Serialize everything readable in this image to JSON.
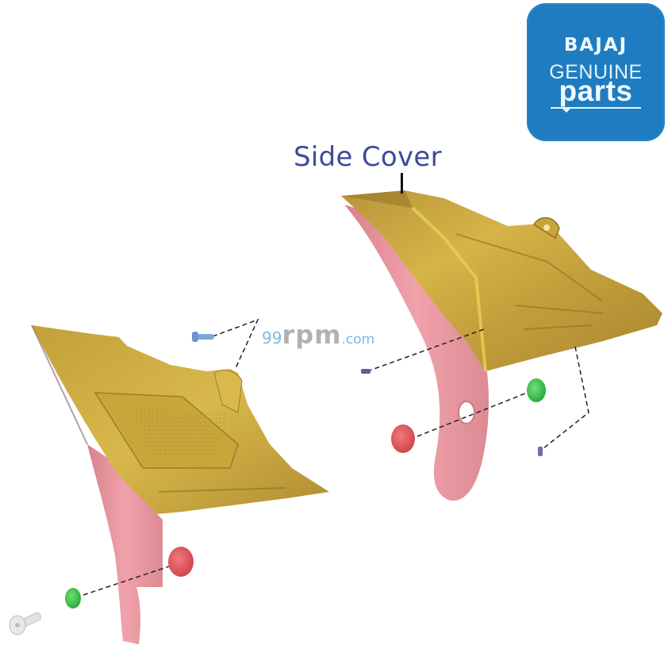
{
  "logo": {
    "brand": "BAJAJ",
    "line2": "GENUINE",
    "line3": "parts",
    "background_color": "#1f7cc1",
    "icon": "bajaj-genuine-parts-logo"
  },
  "diagram": {
    "title": "Side Cover",
    "title_color": "#3f4a9a",
    "watermark": {
      "prefix": "99",
      "main": "rpm",
      "suffix": ".com"
    },
    "colors": {
      "cover_gold": "#c9a63a",
      "bracket_pink": "#e8939b",
      "grommet_red": "#e0555a",
      "grommet_green": "#3cc24a",
      "screw_blue": "#7ea6d8",
      "screw_navy": "#5a5f9a",
      "bolt_grey": "#d8d8d8"
    },
    "parts": [
      {
        "id": "left-side-cover",
        "name": "Side Cover (Left)"
      },
      {
        "id": "right-side-cover",
        "name": "Side Cover (Right)"
      },
      {
        "id": "left-bracket",
        "name": "Mounting Bracket (Left)"
      },
      {
        "id": "right-bracket",
        "name": "Mounting Bracket (Right)"
      },
      {
        "id": "grommet-red-left",
        "name": "Rubber Grommet"
      },
      {
        "id": "grommet-red-right",
        "name": "Rubber Grommet"
      },
      {
        "id": "grommet-green-left",
        "name": "Grommet Insert"
      },
      {
        "id": "grommet-green-right",
        "name": "Grommet Insert"
      },
      {
        "id": "screw-blue",
        "name": "Screw"
      },
      {
        "id": "screw-navy-1",
        "name": "Screw"
      },
      {
        "id": "screw-navy-2",
        "name": "Screw"
      },
      {
        "id": "bolt-grey",
        "name": "Bolt"
      }
    ]
  }
}
